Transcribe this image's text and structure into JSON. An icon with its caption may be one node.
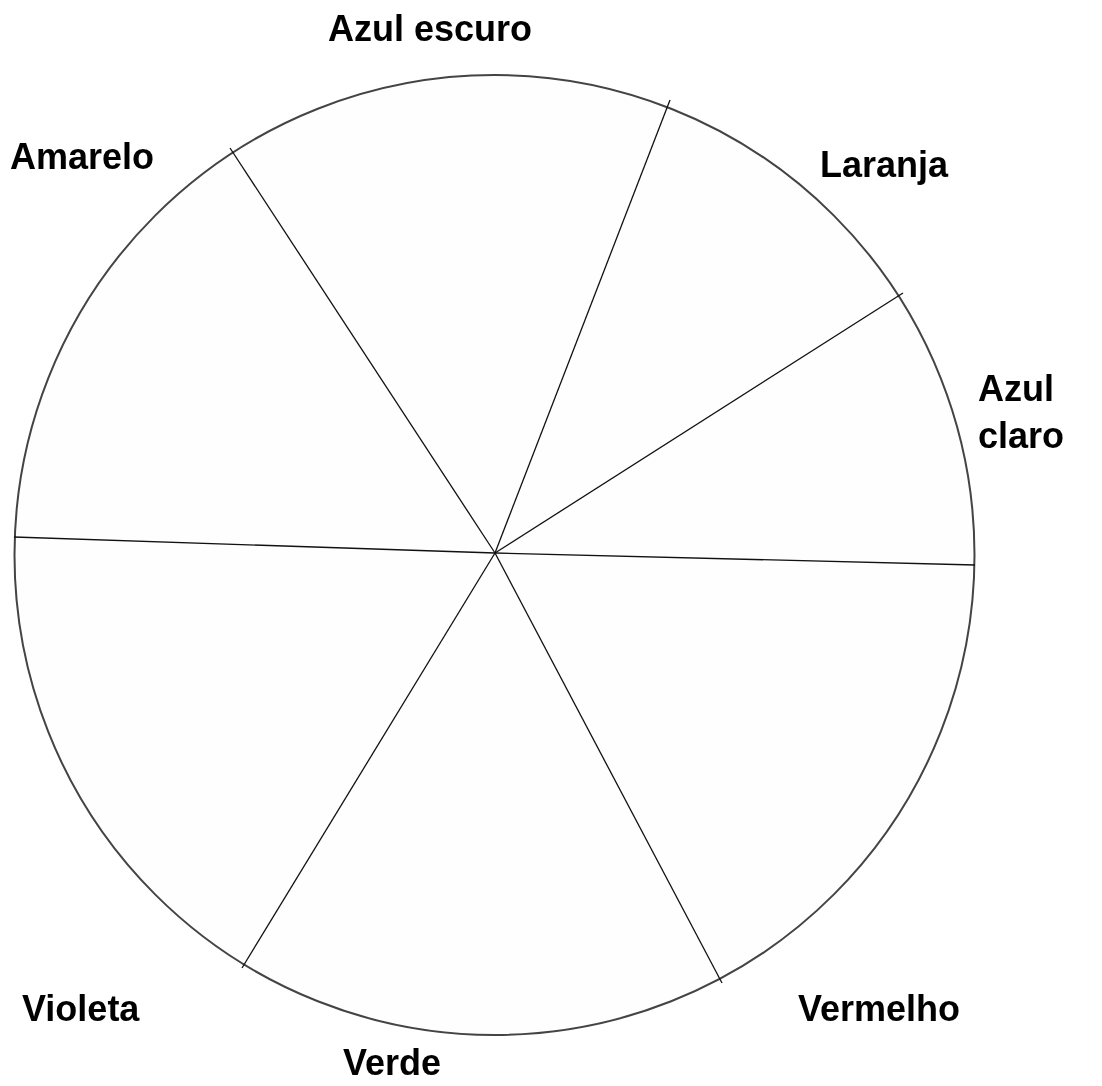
{
  "diagram": {
    "labels": [
      "Azul escuro",
      "Amarelo",
      "Laranja",
      "Azul claro",
      "Violeta",
      "Vermelho",
      "Verde"
    ]
  }
}
